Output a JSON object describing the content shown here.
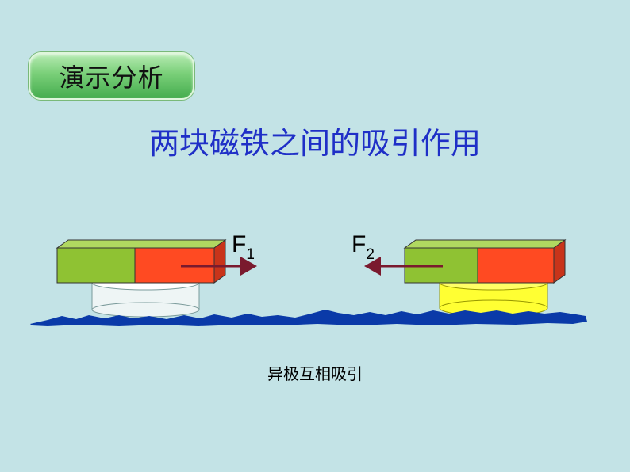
{
  "badge": {
    "label": "演示分析"
  },
  "title": "两块磁铁之间的吸引作用",
  "forces": {
    "left": {
      "letter": "F",
      "sub": "1"
    },
    "right": {
      "letter": "F",
      "sub": "2"
    }
  },
  "caption": "异极互相吸引",
  "colors": {
    "background": "#c3e3e6",
    "title": "#1f2fc7",
    "magnet_green": "#8fc233",
    "magnet_red": "#ff4a22",
    "arrow": "#7a1a2e",
    "water": "#0a3aa8",
    "float_left": "#eef5f5",
    "float_right": "#ffff33"
  }
}
